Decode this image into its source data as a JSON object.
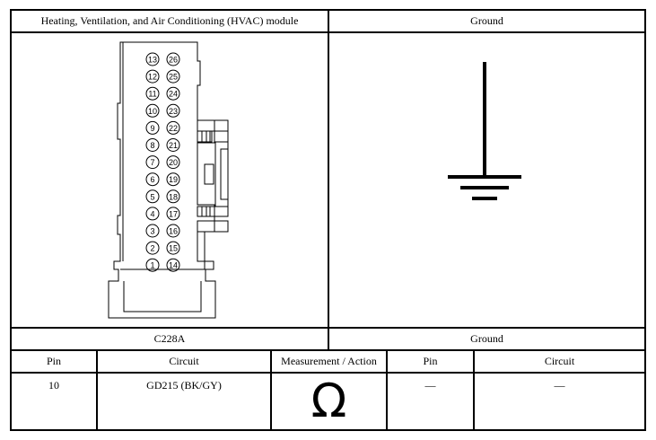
{
  "header": {
    "left_title": "Heating, Ventilation, and Air Conditioning (HVAC) module",
    "right_title": "Ground"
  },
  "labels": {
    "connector": "C228A",
    "ground": "Ground"
  },
  "connector": {
    "left_column": [
      "13",
      "12",
      "11",
      "10",
      "9",
      "8",
      "7",
      "6",
      "5",
      "4",
      "3",
      "2",
      "1"
    ],
    "right_column": [
      "26",
      "25",
      "24",
      "23",
      "22",
      "21",
      "20",
      "19",
      "18",
      "17",
      "16",
      "15",
      "14"
    ]
  },
  "table": {
    "headers": [
      "Pin",
      "Circuit",
      "Measurement / Action",
      "Pin",
      "Circuit"
    ],
    "row": {
      "pin": "10",
      "circuit": "GD215 (BK/GY)",
      "measurement": "Ω",
      "pin2": "—",
      "circuit2": "—"
    }
  }
}
